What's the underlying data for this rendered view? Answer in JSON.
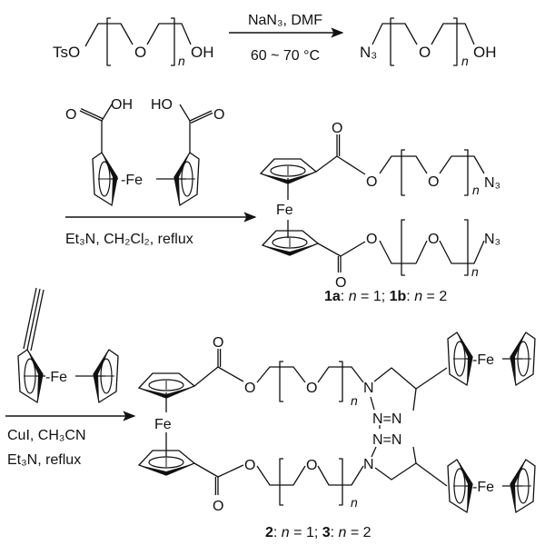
{
  "step1": {
    "reactant": {
      "left": "TsO",
      "ring_o": "O",
      "n": "n",
      "right": "OH"
    },
    "reagent_top": "NaN₃, DMF",
    "reagent_bottom": "60 ~ 70 °C",
    "product": {
      "left": "N₃",
      "ring_o": "O",
      "n": "n",
      "right": "OH"
    }
  },
  "step2": {
    "reactant": {
      "oh_left": "OH",
      "ho_right": "HO",
      "o_left": "O",
      "o_right": "O",
      "fe": "-Fe"
    },
    "reagents": "Et₃N, CH₂Cl₂, reflux",
    "product": {
      "fe": "Fe",
      "top": {
        "carbonyl_o": "O",
        "ester_o": "O",
        "ring_o": "O",
        "n": "n",
        "end": "N₃"
      },
      "bottom": {
        "carbonyl_o": "O",
        "ester_o": "O",
        "ring_o": "O",
        "n": "n",
        "end": "N₃"
      }
    },
    "label": [
      {
        "text": "1a",
        "style": "bold"
      },
      {
        "text": ": ",
        "style": "normal"
      },
      {
        "text": "n",
        "style": "italic"
      },
      {
        "text": " = 1; ",
        "style": "normal"
      },
      {
        "text": "1b",
        "style": "bold"
      },
      {
        "text": ": ",
        "style": "normal"
      },
      {
        "text": "n",
        "style": "italic"
      },
      {
        "text": " = 2",
        "style": "normal"
      }
    ]
  },
  "step3": {
    "reactant": {
      "fe": "-Fe"
    },
    "reagents_line1": "CuI, CH₃CN",
    "reagents_line2": "Et₃N, reflux",
    "product": {
      "fe": "Fe",
      "top": {
        "carbonyl_o": "O",
        "ester_o": "O",
        "ring_o": "O",
        "n": "n",
        "n1": "N"
      },
      "bottom": {
        "carbonyl_o": "O",
        "ester_o": "O",
        "ring_o": "O",
        "n": "n",
        "n1": "N"
      },
      "tetrazine_upper": "N=N",
      "tetrazine_lower": "N=N",
      "fc_top_fe": "-Fe",
      "fc_bottom_fe": "-Fe"
    },
    "label": [
      {
        "text": "2",
        "style": "bold"
      },
      {
        "text": ": ",
        "style": "normal"
      },
      {
        "text": "n",
        "style": "italic"
      },
      {
        "text": " = 1; ",
        "style": "normal"
      },
      {
        "text": "3",
        "style": "bold"
      },
      {
        "text": ": ",
        "style": "normal"
      },
      {
        "text": "n",
        "style": "italic"
      },
      {
        "text": " = 2",
        "style": "normal"
      }
    ]
  }
}
